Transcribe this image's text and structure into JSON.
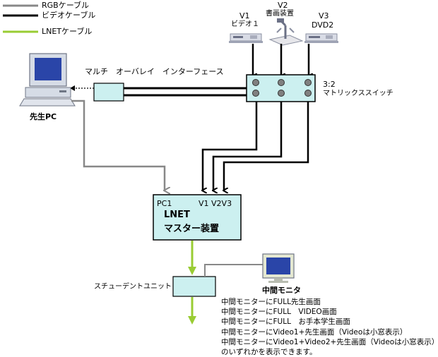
{
  "legend": [
    {
      "label": "RGBケーブル",
      "color": "#888888"
    },
    {
      "label": "ビデオケーブル",
      "color": "#000000"
    },
    {
      "label": "LNETケーブル",
      "color": "#99cc33"
    }
  ],
  "devices": {
    "v1": {
      "id": "V1",
      "name": "ビデオ１"
    },
    "v2": {
      "id": "V2",
      "name": "書画装置"
    },
    "v3": {
      "id": "V3",
      "name": "DVD2"
    }
  },
  "matrix_switch": {
    "ratio": "3:2",
    "name": "マトリックススイッチ"
  },
  "overlay": {
    "name": "マルチ　オーバレイ　インターフェース"
  },
  "teacher_pc": {
    "name": "先生PC"
  },
  "master": {
    "pc_port": "PC1",
    "video_ports": "V1 V2V3",
    "title": "LNET",
    "subtitle": "マスター装置"
  },
  "student_unit": {
    "name": "スチューデントユニット"
  },
  "monitor": {
    "name": "中間モニタ"
  },
  "description": [
    "中間モニターにFULL先生画面",
    "中間モニターにFULL　VIDEO画面",
    "中間モニターにFULL　お手本学生画面",
    "中間モニターにVideo1+先生画面（Videoは小窓表示）",
    "中間モニターにVideo1+Video2+先生画面（Videoは小窓表示）",
    "のいずれかを表示できます。"
  ],
  "colors": {
    "box_fill": "#ccf0f0",
    "rgb": "#888888",
    "video": "#000000",
    "lnet": "#99cc33"
  }
}
